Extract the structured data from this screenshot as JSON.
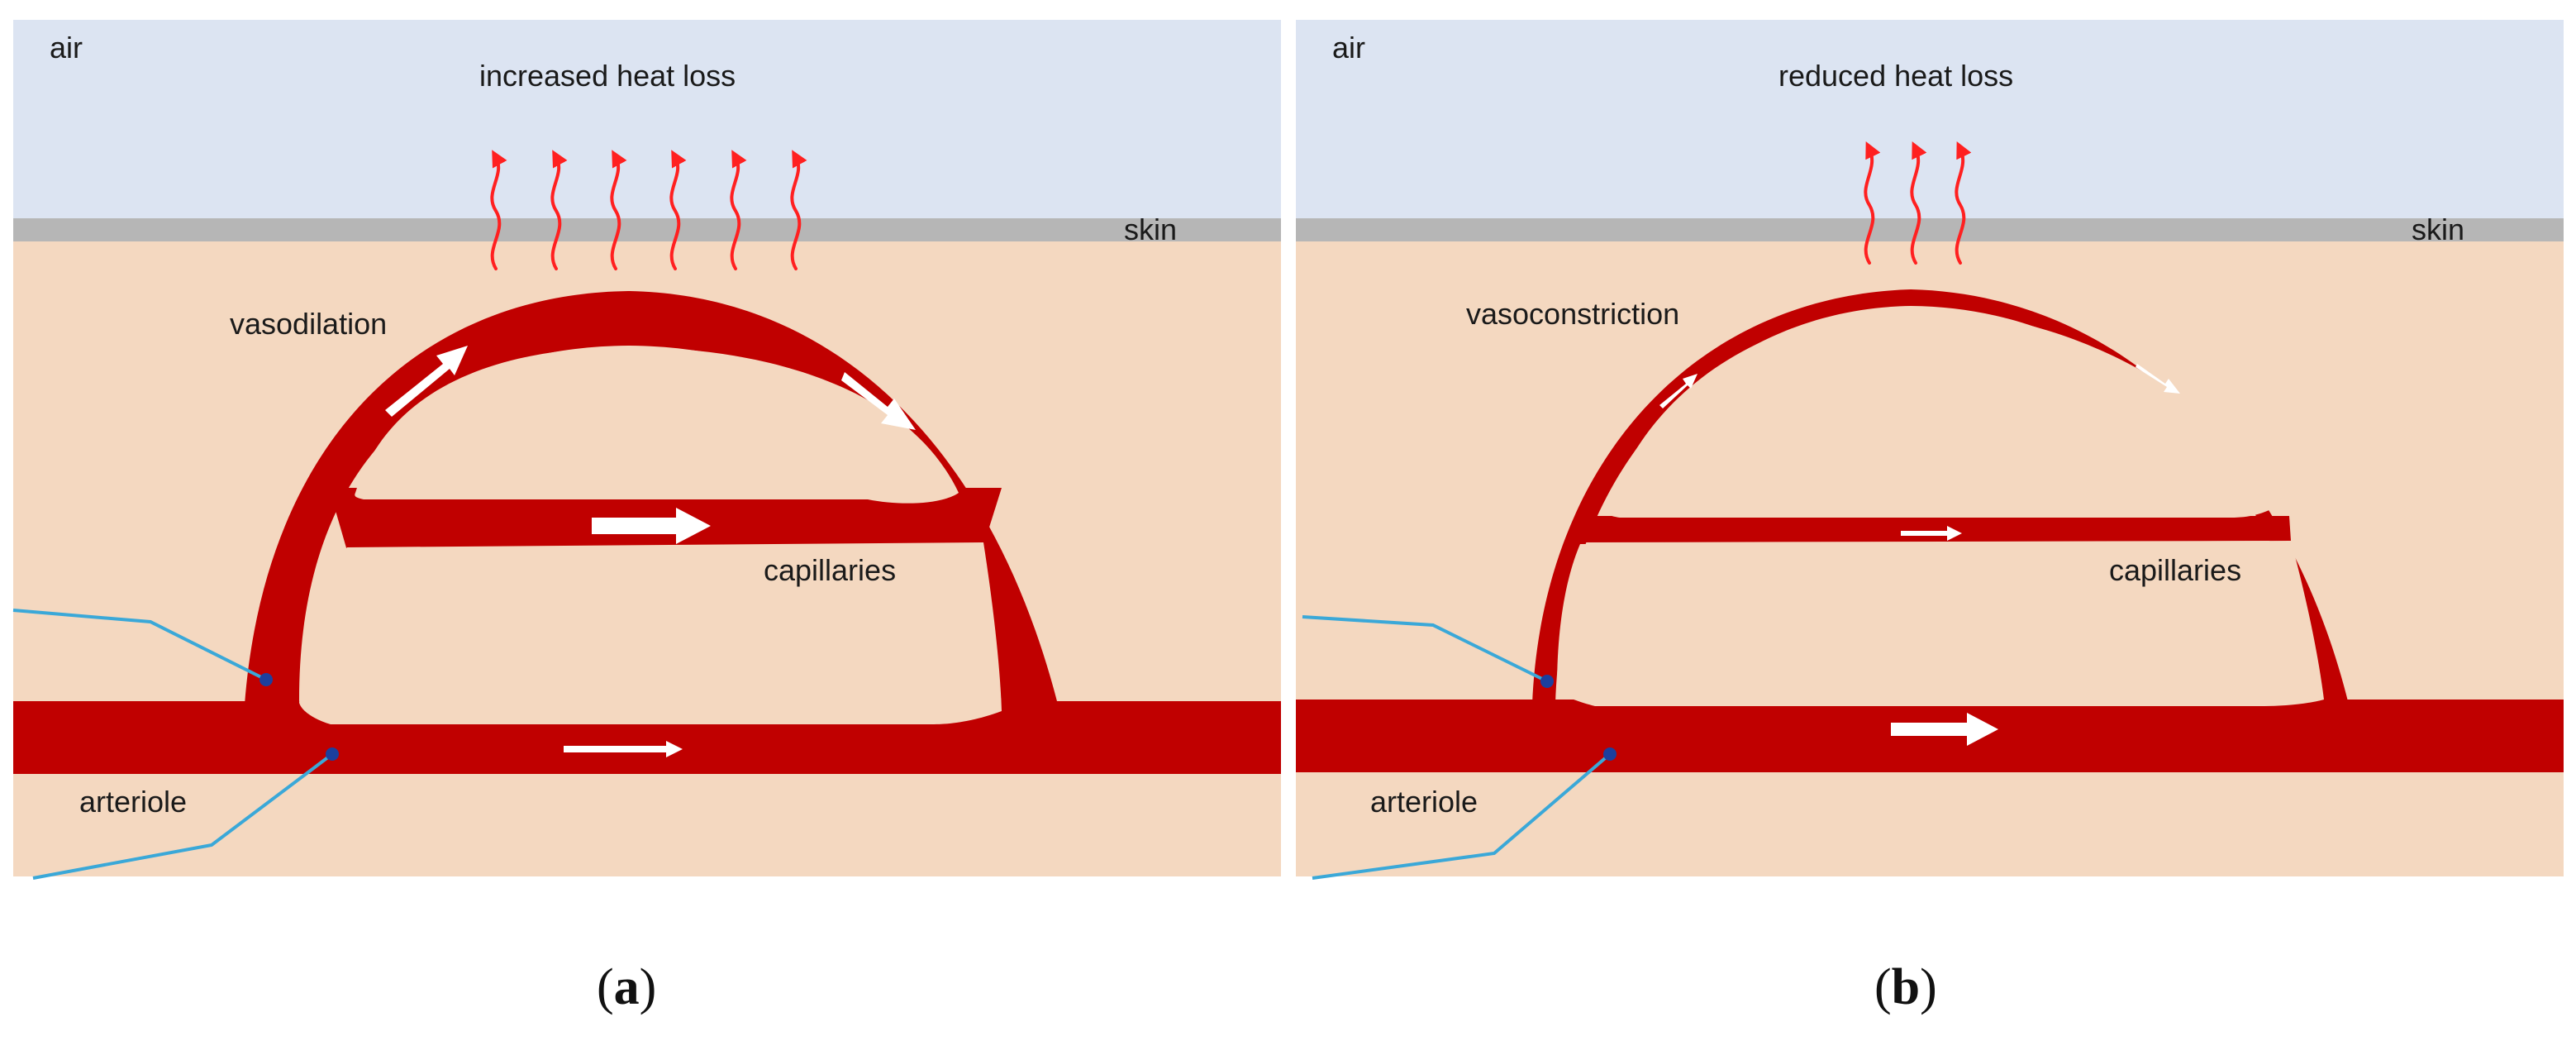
{
  "colors": {
    "air": "#dce4f2",
    "skin_line": "#b6b6b6",
    "tissue": "#f4d8c0",
    "vessel": "#c00000",
    "arrow": "#ffffff",
    "heat_arrow": "#ff2020",
    "nerve": "#3aa8d8",
    "nerve_end": "#1c3f9e"
  },
  "panels": [
    {
      "id": "a",
      "air_label": "air",
      "heat_label": "increased heat loss",
      "skin_label": "skin",
      "vessel_label": "vasodilation",
      "capillaries_label": "capillaries",
      "arteriole_label": "arteriole",
      "caption_open": "(",
      "caption_letter": "a",
      "caption_close": ")"
    },
    {
      "id": "b",
      "air_label": "air",
      "heat_label": "reduced heat loss",
      "skin_label": "skin",
      "vessel_label": "vasoconstriction",
      "capillaries_label": "capillaries",
      "arteriole_label": "arteriole",
      "caption_open": "(",
      "caption_letter": "b",
      "caption_close": ")"
    }
  ]
}
